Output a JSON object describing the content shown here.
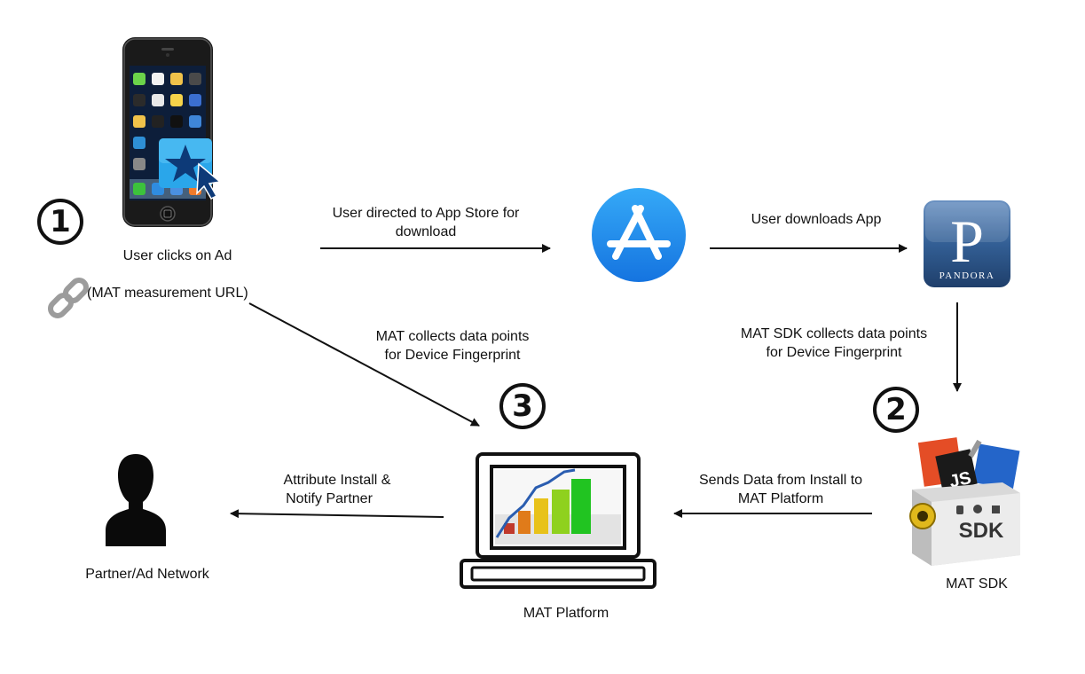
{
  "steps": {
    "step1": "1",
    "step2": "2",
    "step3": "3"
  },
  "labels": {
    "user_clicks": "User clicks on Ad",
    "mat_url": "(MAT measurement URL)",
    "directed_line1": "User directed to App Store for",
    "directed_line2": "download",
    "downloads": "User downloads App",
    "collects_line1": "MAT collects data points",
    "collects_line2": "for Device Fingerprint",
    "sdk_collects_line1": "MAT SDK collects data points",
    "sdk_collects_line2": "for Device Fingerprint",
    "attribute_line1": "Attribute Install &",
    "attribute_line2": "Notify Partner",
    "sends_line1": "Sends Data from Install to",
    "sends_line2": "MAT Platform",
    "partner": "Partner/Ad Network",
    "platform": "MAT Platform",
    "sdk": "MAT SDK"
  },
  "icons": {
    "phone": "smartphone-icon",
    "link": "link-chain-icon",
    "app_store": "app-store-icon",
    "pandora": "pandora-app-icon",
    "sdk": "sdk-box-icon",
    "laptop": "laptop-chart-icon",
    "person": "person-silhouette-icon",
    "pandora_letter": "P",
    "pandora_word": "PANDORA",
    "sdk_word": "SDK",
    "js_word": "JS"
  },
  "colors": {
    "arrow": "#111111",
    "app_store_blue": "#1f8ff0",
    "pandora_blue": "#2f5f92",
    "bar_colors": [
      "#c0392b",
      "#e07b1a",
      "#e8c21a",
      "#8fd11e",
      "#21c421"
    ]
  }
}
